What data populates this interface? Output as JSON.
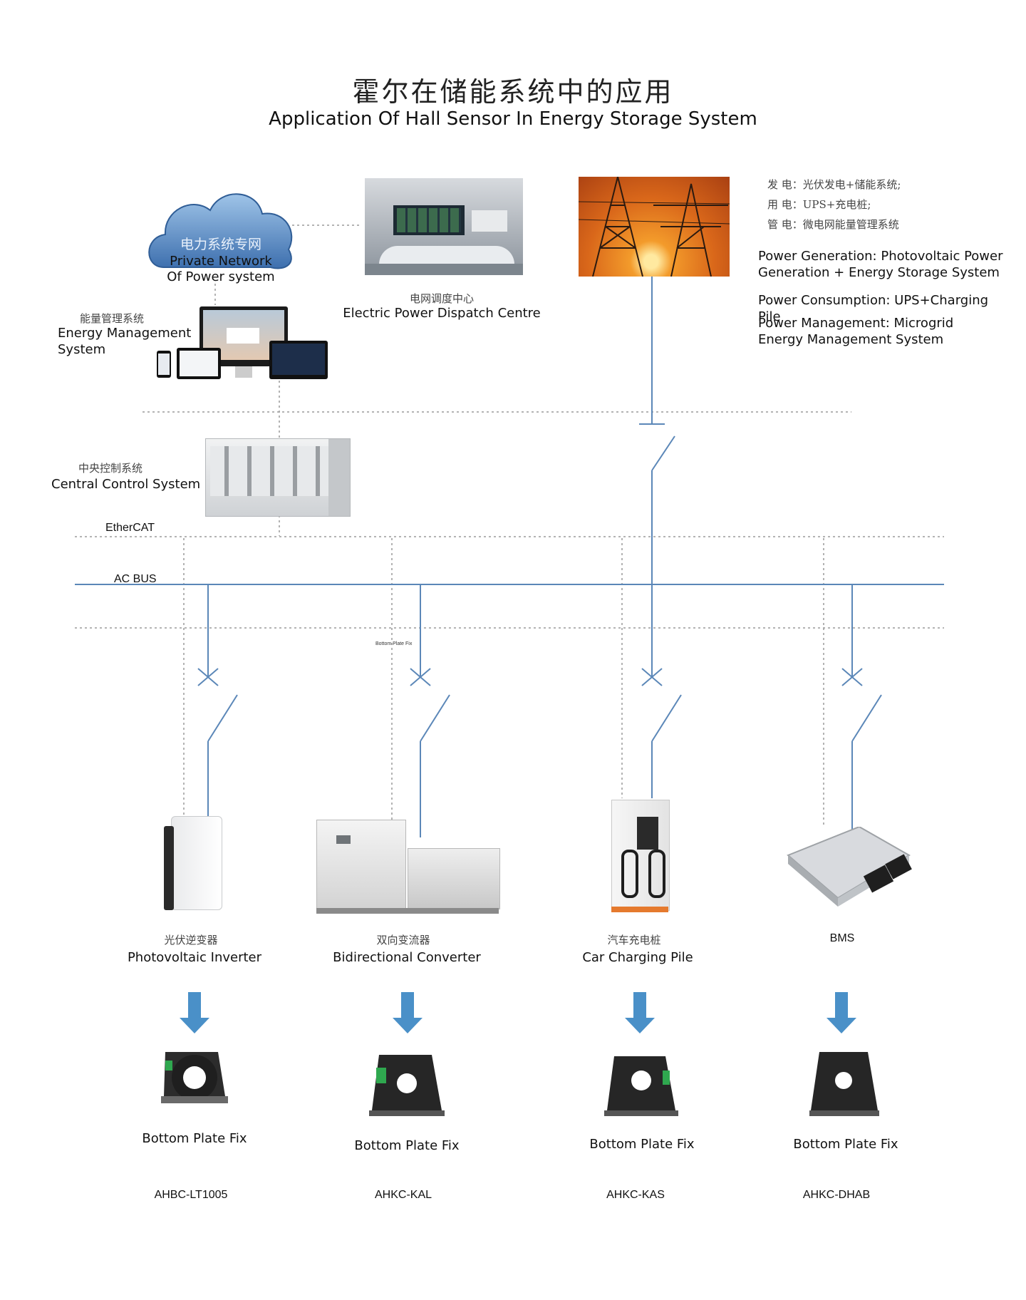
{
  "title": {
    "cn": "霍尔在储能系统中的应用",
    "en": "Application Of Hall Sensor In Energy Storage System"
  },
  "cloud": {
    "cn": "电力系统专网",
    "en_line1": "Private Network",
    "en_line2": "Of Power system"
  },
  "dispatch": {
    "cn": "电网调度中心",
    "en": "Electric Power Dispatch Centre"
  },
  "ems": {
    "cn": "能量管理系统",
    "en_line1": "Energy Management",
    "en_line2": "System"
  },
  "central": {
    "cn": "中央控制系统",
    "en": "Central Control System"
  },
  "notes_cn": [
    "发 电：光伏发电+储能系统;",
    "用 电：UPS+充电桩;",
    "管 电：微电网能量管理系统"
  ],
  "notes_en": [
    "Power Generation: Photovoltaic Power Generation + Energy Storage System",
    "Power Consumption: UPS+Charging Pile",
    "Power Management: Microgrid Energy Management System"
  ],
  "bus": {
    "ethercat": "EtherCAT",
    "acbus": "AC BUS",
    "small_note": "Bottom Plate Fix"
  },
  "devices": [
    {
      "cn": "光伏逆变器",
      "en": "Photovoltaic Inverter",
      "fix": "Bottom Plate Fix",
      "model": "AHBC-LT1005"
    },
    {
      "cn": "双向变流器",
      "en": "Bidirectional Converter",
      "fix": "Bottom Plate Fix",
      "model": "AHKC-KAL"
    },
    {
      "cn": "汽车充电桩",
      "en": "Car Charging Pile",
      "fix": "Bottom Plate Fix",
      "model": "AHKC-KAS"
    },
    {
      "cn": "",
      "en": "BMS",
      "fix": "Bottom Plate Fix",
      "model": "AHKC-DHAB"
    }
  ],
  "colors": {
    "line": "#5b87b8",
    "arrow": "#4a90c8",
    "cloud": "#4d7fb8",
    "dotted": "#9a9a9a"
  }
}
